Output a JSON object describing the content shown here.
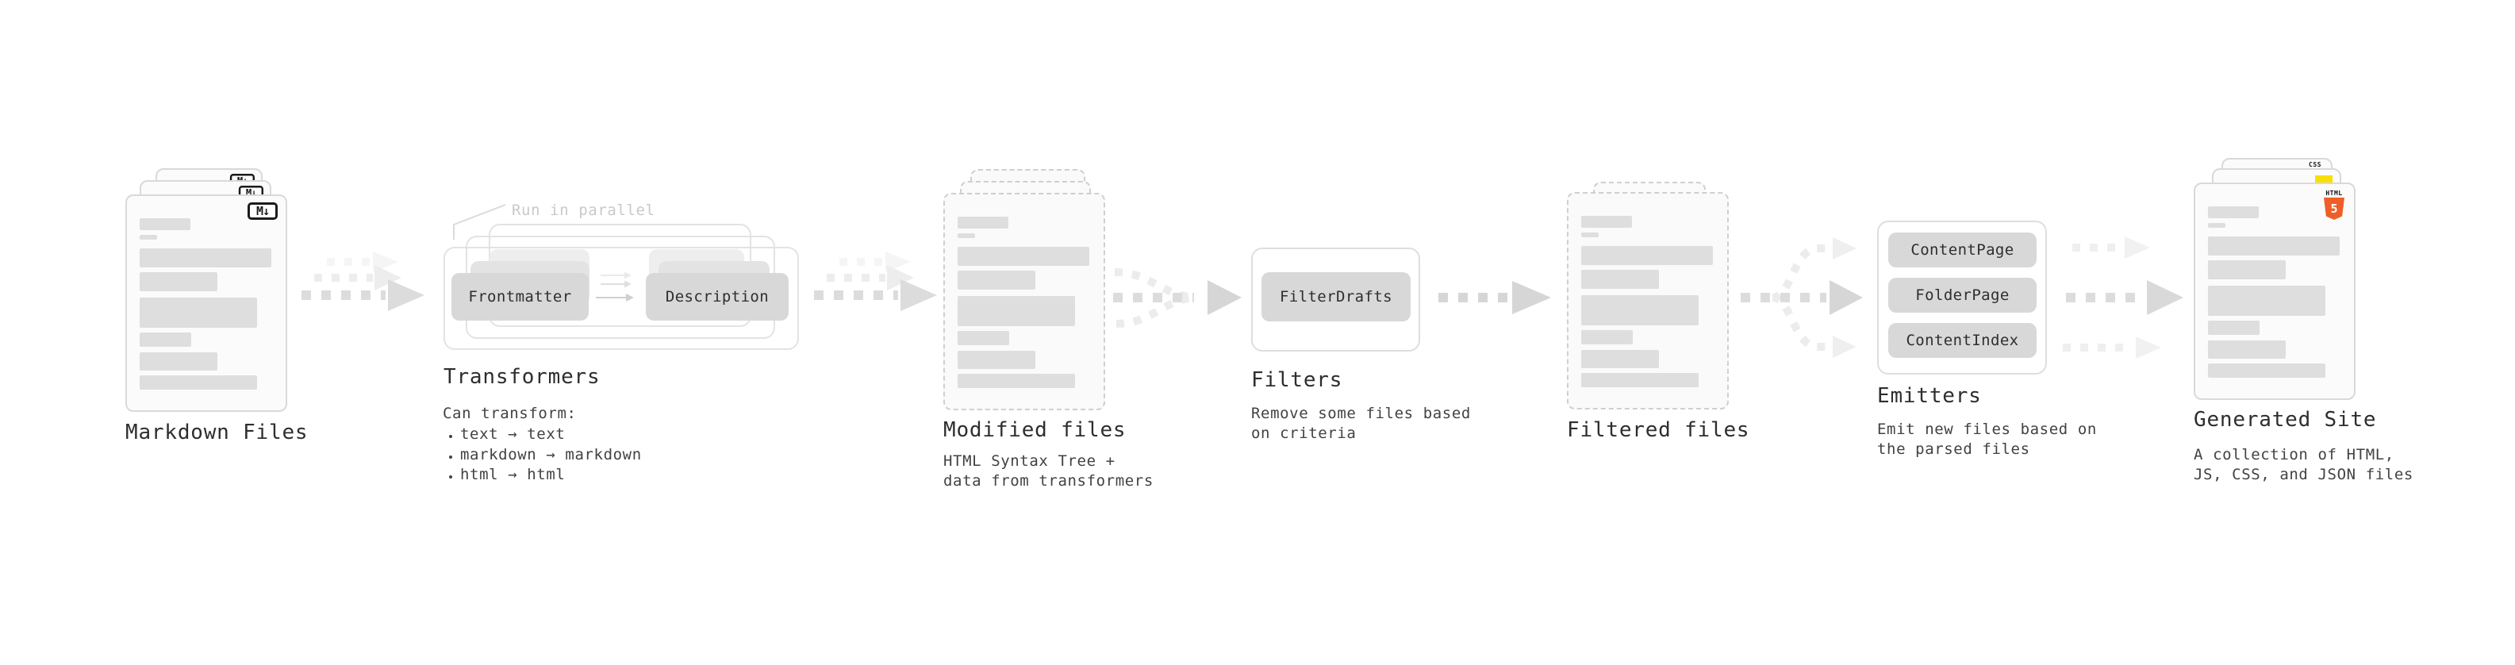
{
  "colors": {
    "html5_orange": "#ee5e28",
    "js_yellow": "#f8df00",
    "css_blue": "#2d65f1",
    "box_fill_gray": "#d8d8d8",
    "arrow_gray": "#dcdcdc"
  },
  "markdown_files": {
    "label": "Markdown Files",
    "badge": "M↓"
  },
  "transformers": {
    "annotation": "Run in parallel",
    "box1": "Frontmatter",
    "box2": "Description",
    "title": "Transformers",
    "heading": "Can transform:",
    "bullets": [
      "text → text",
      "markdown → markdown",
      "html → html"
    ]
  },
  "modified_files": {
    "label": "Modified files",
    "description": "HTML Syntax Tree +\ndata from transformers"
  },
  "filters": {
    "title": "Filters",
    "box1": "FilterDrafts",
    "description": "Remove some files based\non criteria"
  },
  "filtered_files": {
    "label": "Filtered files"
  },
  "emitters": {
    "title": "Emitters",
    "box1": "ContentPage",
    "box2": "FolderPage",
    "box3": "ContentIndex",
    "description": "Emit new files based on\nthe parsed files"
  },
  "generated_site": {
    "label": "Generated Site",
    "description": "A collection of HTML,\nJS, CSS, and JSON files",
    "html5_label": "HTML",
    "html5_number": "5",
    "css_label": "CSS"
  }
}
